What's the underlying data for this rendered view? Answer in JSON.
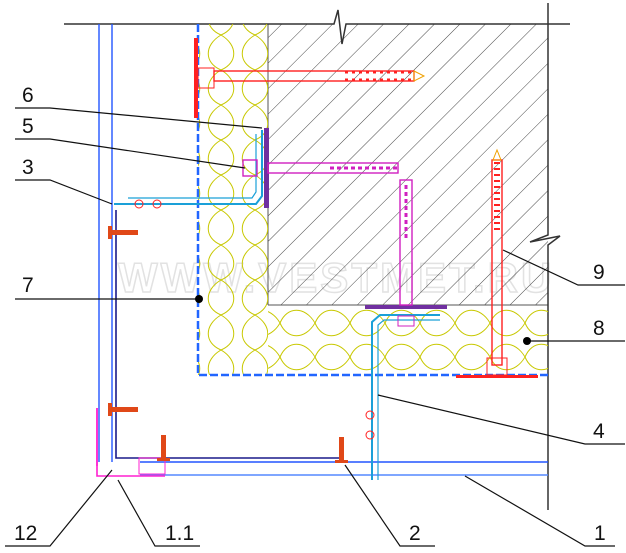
{
  "watermark": "WWW.VESTMET.RU",
  "labels": {
    "l1": "1",
    "l1_1": "1.1",
    "l2": "2",
    "l3": "3",
    "l4": "4",
    "l5": "5",
    "l6": "6",
    "l7": "7",
    "l8": "8",
    "l9": "9",
    "l12": "12"
  },
  "colors": {
    "insulation": "#c8c800",
    "panel": "#2255ff",
    "bracket": "#1aa0d8",
    "anchor": "#ff2020",
    "dowel": "#d020c0",
    "corner": "#ff20d0",
    "wall": "#333333"
  }
}
